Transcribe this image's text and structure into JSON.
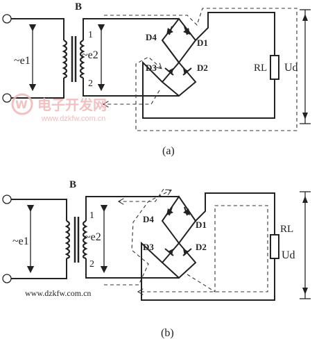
{
  "diagram_a": {
    "transformer_label": "B",
    "primary_label": "~e1",
    "secondary_label": "~e2",
    "tap_1": "1",
    "tap_2": "2",
    "diodes": [
      "D4",
      "D1",
      "D3",
      "D2"
    ],
    "load_label": "RL",
    "output_label": "Ud",
    "caption": "(a)"
  },
  "diagram_b": {
    "transformer_label": "B",
    "primary_label": "~e1",
    "secondary_label": "~e2",
    "tap_1": "1",
    "tap_2": "2",
    "diodes": [
      "D4",
      "D1",
      "D3",
      "D2"
    ],
    "load_label": "RL",
    "output_label": "Ud",
    "caption": "(b)"
  },
  "watermark": {
    "logo_text": "电子开发网",
    "url_a": "www.dzkfw.com.cn",
    "url_b": "www.dzkfw.com.cn"
  },
  "colors": {
    "line": "#222222",
    "watermark": "#f2b6b6"
  }
}
